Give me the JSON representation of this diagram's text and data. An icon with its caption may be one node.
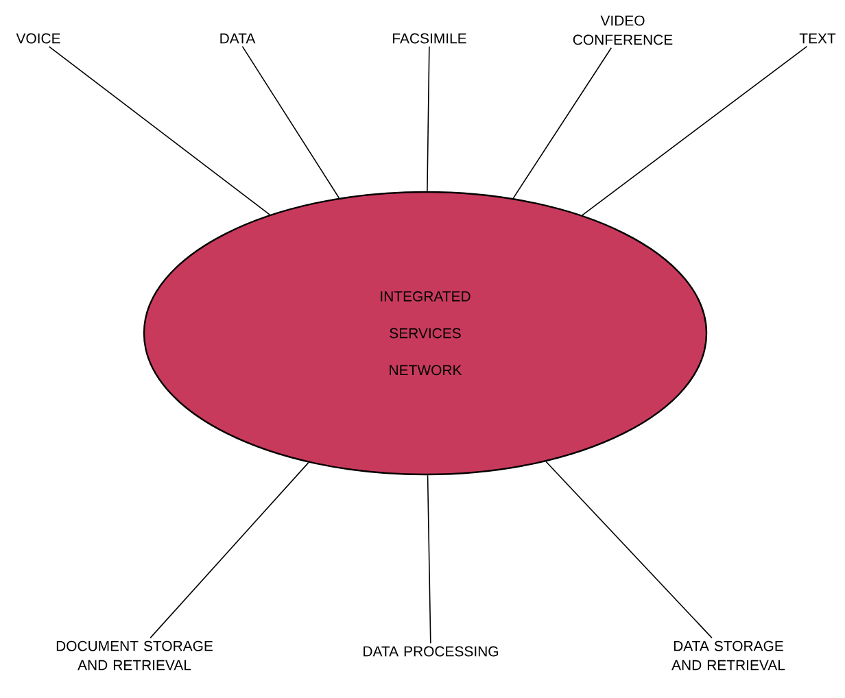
{
  "diagram": {
    "nodes": [
      {
        "text": [
          "INTEGRATED SERVICES NETWORK"
        ]
      },
      {
        "text": [
          "VOICE"
        ]
      },
      {
        "text": [
          "DATA"
        ]
      },
      {
        "text": [
          "FACSIMILE"
        ]
      },
      {
        "text": [
          "VIDEO CONFERENCE"
        ]
      },
      {
        "text": [
          "TEXT"
        ]
      },
      {
        "text": [
          "DOCUMENT STORAGE AND RETRIEVAL"
        ]
      },
      {
        "text": [
          "DATA PROCESSING"
        ]
      },
      {
        "text": [
          "DATA STORAGE AND RETRIEVAL"
        ]
      }
    ],
    "edges": [
      {
        "from": 1,
        "to": 0,
        "arrow": "none"
      },
      {
        "from": 2,
        "to": 0,
        "arrow": "none"
      },
      {
        "from": 3,
        "to": 0,
        "arrow": "none"
      },
      {
        "from": 4,
        "to": 0,
        "arrow": "none"
      },
      {
        "from": 5,
        "to": 0,
        "arrow": "none"
      },
      {
        "from": 6,
        "to": 0,
        "arrow": "none"
      },
      {
        "from": 7,
        "to": 0,
        "arrow": "none"
      },
      {
        "from": 8,
        "to": 0,
        "arrow": "none"
      }
    ]
  }
}
